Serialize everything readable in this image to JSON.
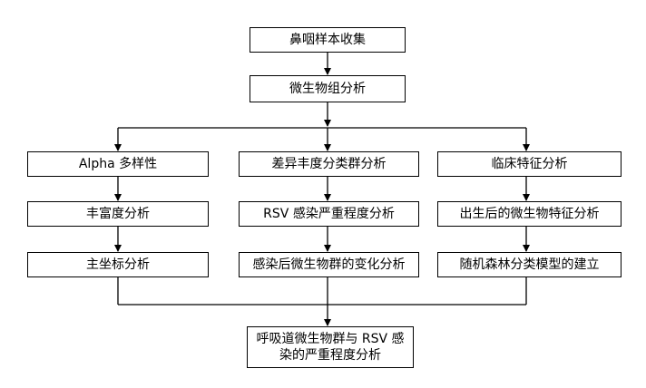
{
  "nodes": {
    "sample_collection": "鼻咽样本收集",
    "microbiome_analysis": "微生物组分析",
    "alpha_diversity": "Alpha 多样性",
    "richness_analysis": "丰富度分析",
    "pcoa_analysis": "主坐标分析",
    "diff_abundance": "差异丰度分类群分析",
    "rsv_severity": "RSV 感染严重程度分析",
    "post_infection_change": "感染后微生物群的变化分析",
    "clinical_features": "临床特征分析",
    "postnatal_features": "出生后的微生物特征分析",
    "random_forest": "随机森林分类模型的建立",
    "final_analysis": "呼吸道微生物群与 RSV 感染的严重程度分析"
  },
  "colors": {
    "line": "#000000",
    "box_border": "#000000",
    "box_fill": "#ffffff",
    "text": "#000000"
  }
}
